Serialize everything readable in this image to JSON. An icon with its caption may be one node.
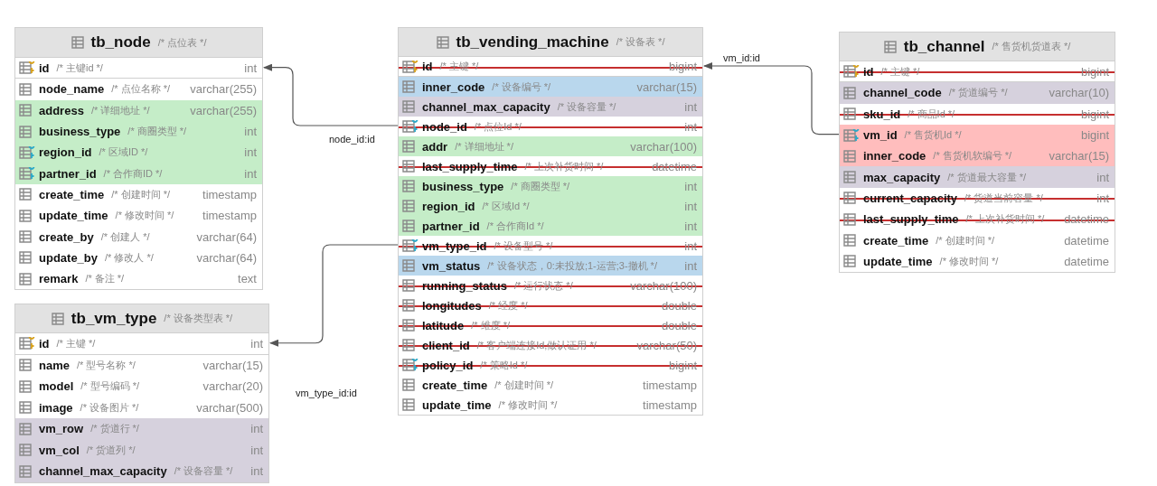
{
  "diagram": {
    "nodes": [
      {
        "text": [
          "tb_node",
          "/* 点位表 */"
        ]
      },
      {
        "text": [
          "id",
          "/* 主键id */",
          "int"
        ],
        "in": 0
      },
      {
        "text": [
          "node_name",
          "/* 点位名称 */",
          "varchar(255)"
        ],
        "in": 0
      },
      {
        "text": [
          "address",
          "/* 详细地址 */",
          "varchar(255)"
        ],
        "in": 0
      },
      {
        "text": [
          "business_type",
          "/* 商圈类型 */",
          "int"
        ],
        "in": 0
      },
      {
        "text": [
          "region_id",
          "/* 区域ID */",
          "int"
        ],
        "in": 0
      },
      {
        "text": [
          "partner_id",
          "/* 合作商ID */",
          "int"
        ],
        "in": 0
      },
      {
        "text": [
          "create_time",
          "/* 创建时间 */",
          "timestamp"
        ],
        "in": 0
      },
      {
        "text": [
          "update_time",
          "/* 修改时间 */",
          "timestamp"
        ],
        "in": 0
      },
      {
        "text": [
          "create_by",
          "/* 创建人 */",
          "varchar(64)"
        ],
        "in": 0
      },
      {
        "text": [
          "update_by",
          "/* 修改人 */",
          "varchar(64)"
        ],
        "in": 0
      },
      {
        "text": [
          "remark",
          "/* 备注 */",
          "text"
        ],
        "in": 0
      },
      {
        "text": [
          "tb_vending_machine",
          "/* 设备表 */"
        ]
      },
      {
        "text": [
          "id",
          "/* 主键 */",
          "bigint"
        ],
        "in": 12
      },
      {
        "text": [
          "inner_code",
          "/* 设备编号 */",
          "varchar(15)"
        ],
        "in": 12
      },
      {
        "text": [
          "channel_max_capacity",
          "/* 设备容量 */",
          "int"
        ],
        "in": 12
      },
      {
        "text": [
          "node_id",
          "/* 点位Id */",
          "int"
        ],
        "in": 12
      },
      {
        "text": [
          "addr",
          "/* 详细地址 */",
          "varchar(100)"
        ],
        "in": 12
      },
      {
        "text": [
          "last_supply_time",
          "/* 上次补货时间 */",
          "datetime"
        ],
        "in": 12
      },
      {
        "text": [
          "business_type",
          "/* 商圈类型 */",
          "int"
        ],
        "in": 12
      },
      {
        "text": [
          "region_id",
          "/* 区域Id */",
          "int"
        ],
        "in": 12
      },
      {
        "text": [
          "partner_id",
          "/* 合作商Id */",
          "int"
        ],
        "in": 12
      },
      {
        "text": [
          "vm_type_id",
          "/* 设备型号 */",
          "int"
        ],
        "in": 12
      },
      {
        "text": [
          "vm_status",
          "/* 设备状态，0:未投放;1-运营;3-撤机 */",
          "int"
        ],
        "in": 12
      },
      {
        "text": [
          "running_status",
          "/* 运行状态 */",
          "varchar(100)"
        ],
        "in": 12
      },
      {
        "text": [
          "longitudes",
          "/* 经度 */",
          "double"
        ],
        "in": 12
      },
      {
        "text": [
          "latitude",
          "/* 维度 */",
          "double"
        ],
        "in": 12
      },
      {
        "text": [
          "client_id",
          "/* 客户端连接Id,做认证用 */",
          "varchar(50)"
        ],
        "in": 12
      },
      {
        "text": [
          "policy_id",
          "/* 策略Id */",
          "bigint"
        ],
        "in": 12
      },
      {
        "text": [
          "create_time",
          "/* 创建时间 */",
          "timestamp"
        ],
        "in": 12
      },
      {
        "text": [
          "update_time",
          "/* 修改时间 */",
          "timestamp"
        ],
        "in": 12
      },
      {
        "text": [
          "tb_channel",
          "/* 售货机货道表 */"
        ]
      },
      {
        "text": [
          "id",
          "/* 主键 */",
          "bigint"
        ],
        "in": 31
      },
      {
        "text": [
          "channel_code",
          "/* 货道编号 */",
          "varchar(10)"
        ],
        "in": 31
      },
      {
        "text": [
          "sku_id",
          "/* 商品Id */",
          "bigint"
        ],
        "in": 31
      },
      {
        "text": [
          "vm_id",
          "/* 售货机Id */",
          "bigint"
        ],
        "in": 31
      },
      {
        "text": [
          "inner_code",
          "/* 售货机软编号 */",
          "varchar(15)"
        ],
        "in": 31
      },
      {
        "text": [
          "max_capacity",
          "/* 货道最大容量 */",
          "int"
        ],
        "in": 31
      },
      {
        "text": [
          "current_capacity",
          "/* 货道当前容量 */",
          "int"
        ],
        "in": 31
      },
      {
        "text": [
          "last_supply_time",
          "/* 上次补货时间 */",
          "datetime"
        ],
        "in": 31
      },
      {
        "text": [
          "create_time",
          "/* 创建时间 */",
          "datetime"
        ],
        "in": 31
      },
      {
        "text": [
          "update_time",
          "/* 修改时间 */",
          "datetime"
        ],
        "in": 31
      },
      {
        "text": [
          "tb_vm_type",
          "/* 设备类型表 */"
        ]
      },
      {
        "text": [
          "id",
          "/* 主键 */",
          "int"
        ],
        "in": 42
      },
      {
        "text": [
          "name",
          "/* 型号名称 */",
          "varchar(15)"
        ],
        "in": 42
      },
      {
        "text": [
          "model",
          "/* 型号编码 */",
          "varchar(20)"
        ],
        "in": 42
      },
      {
        "text": [
          "image",
          "/* 设备图片 */",
          "varchar(500)"
        ],
        "in": 42
      },
      {
        "text": [
          "vm_row",
          "/* 货道行 */",
          "int"
        ],
        "in": 42
      },
      {
        "text": [
          "vm_col",
          "/* 货道列 */",
          "int"
        ],
        "in": 42
      },
      {
        "text": [
          "channel_max_capacity",
          "/* 设备容量 */",
          "int"
        ],
        "in": 42
      }
    ],
    "edges": [
      {
        "from": 16,
        "to": 1,
        "arrow": "to",
        "label": "node_id:id"
      },
      {
        "from": 22,
        "to": 43,
        "arrow": "to",
        "label": "vm_type_id:id"
      },
      {
        "from": 35,
        "to": 13,
        "arrow": "to",
        "label": "vm_id:id"
      }
    ]
  }
}
